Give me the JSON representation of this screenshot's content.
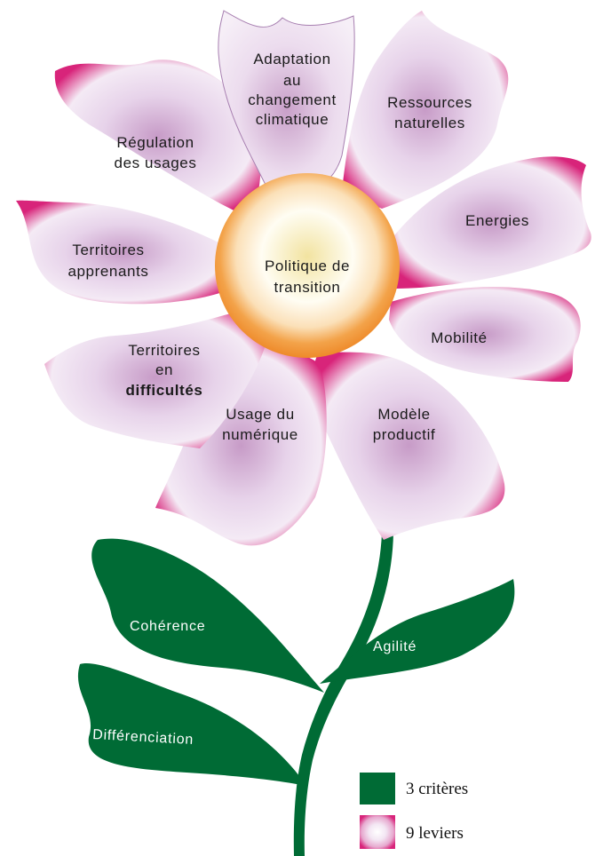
{
  "center": {
    "line1": "Politique de",
    "line2": "transition"
  },
  "petals": [
    {
      "lines": [
        "Adaptation",
        "au",
        "changement",
        "climatique"
      ]
    },
    {
      "lines": [
        "Ressources",
        "naturelles"
      ]
    },
    {
      "lines": [
        "Energies"
      ]
    },
    {
      "lines": [
        "Mobilité"
      ]
    },
    {
      "lines": [
        "Modèle",
        "productif"
      ]
    },
    {
      "lines": [
        "Usage du",
        "numérique"
      ]
    },
    {
      "lines": [
        "Territoires",
        "en",
        "difficultés"
      ]
    },
    {
      "lines": [
        "Territoires",
        "apprenants"
      ]
    },
    {
      "lines": [
        "Régulation",
        "des usages"
      ]
    }
  ],
  "leaves": {
    "coherence": "Cohérence",
    "agilite": "Agilité",
    "differenciation": "Différenciation"
  },
  "legend": {
    "criteria": "3 critères",
    "levers": "9 leviers"
  },
  "colors": {
    "stem_leaf": "#006b35",
    "petal_inner": "#f4eef6",
    "petal_mid": "#d9bfdc",
    "petal_edge": "#d8247a",
    "center_ring": "#f0902e",
    "center_core": "#f5ecb0"
  }
}
